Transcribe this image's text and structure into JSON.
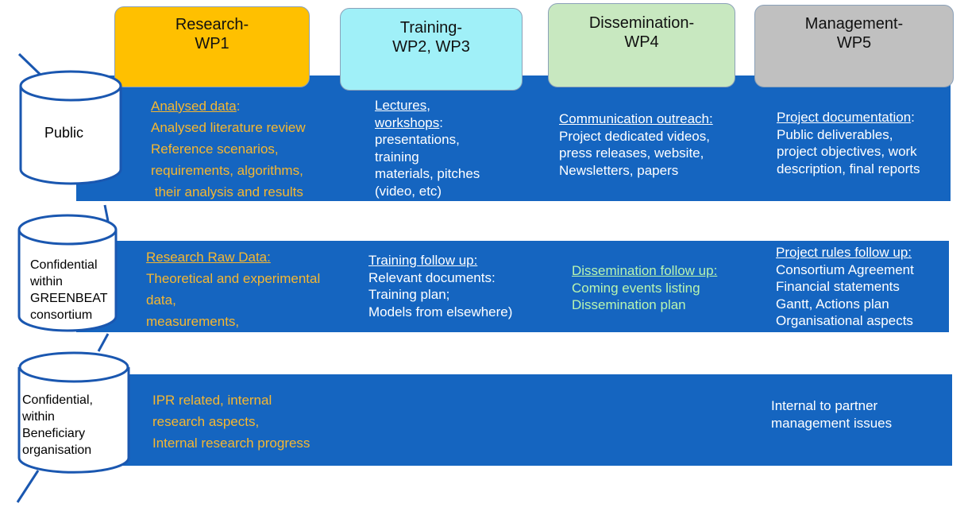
{
  "headers": [
    {
      "lines": [
        "Research-",
        "WP1"
      ],
      "color": "#ffc000"
    },
    {
      "lines": [
        "Training-",
        "WP2, WP3"
      ],
      "color": "#a0f0f8"
    },
    {
      "lines": [
        "Dissemination-",
        "WP4"
      ],
      "color": "#c8e8c0"
    },
    {
      "lines": [
        "Management-",
        "WP5"
      ],
      "color": "#c0c0c0"
    }
  ],
  "levels": [
    {
      "label_lines": [
        "Public"
      ]
    },
    {
      "label_lines": [
        "Confidential",
        "within",
        "GREENBEAT",
        "consortium"
      ]
    },
    {
      "label_lines": [
        "Confidential,",
        "within",
        "Beneficiary",
        "organisation"
      ]
    }
  ],
  "rows": {
    "public": {
      "research": {
        "title": "Analysed data",
        "title_suffix": ":",
        "lines": [
          "Analysed literature review",
          "Reference scenarios,",
          "requirements, algorithms,",
          " their analysis and results"
        ]
      },
      "training": {
        "title_lines": [
          "Lectures,",
          "workshops"
        ],
        "title_suffix": ":",
        "lines": [
          "presentations,",
          "training",
          "materials, pitches",
          "(video, etc)"
        ]
      },
      "dissemination": {
        "title": "Communication outreach:",
        "lines": [
          "Project dedicated videos,",
          "press releases, website,",
          "Newsletters, papers"
        ]
      },
      "management": {
        "title": "Project documentation",
        "title_suffix": ":",
        "lines": [
          "Public deliverables,",
          "project objectives, work",
          "description, final reports"
        ]
      }
    },
    "consortium": {
      "research": {
        "title": "Research Raw Data:",
        "lines": [
          "Theoretical and experimental",
          "data,",
          "measurements,"
        ]
      },
      "training": {
        "title": "Training follow up:",
        "lines": [
          "Relevant documents:",
          "Training plan;",
          "Models from elsewhere)"
        ]
      },
      "dissemination": {
        "title": "Dissemination follow up:",
        "lines": [
          "Coming events listing",
          "Dissemination plan"
        ]
      },
      "management": {
        "title": "Project rules follow up:",
        "lines": [
          "Consortium Agreement",
          "Financial statements",
          "Gantt, Actions plan",
          "Organisational aspects"
        ]
      }
    },
    "beneficiary": {
      "research": {
        "lines": [
          "IPR related, internal",
          "research aspects,",
          "Internal research progress"
        ]
      },
      "management": {
        "lines": [
          "Internal to partner",
          "management issues"
        ]
      }
    }
  },
  "colors": {
    "band": "#1565c0",
    "orange_text": "#f5b731",
    "green_text": "#b8f5b0",
    "line": "#1a57b0"
  }
}
